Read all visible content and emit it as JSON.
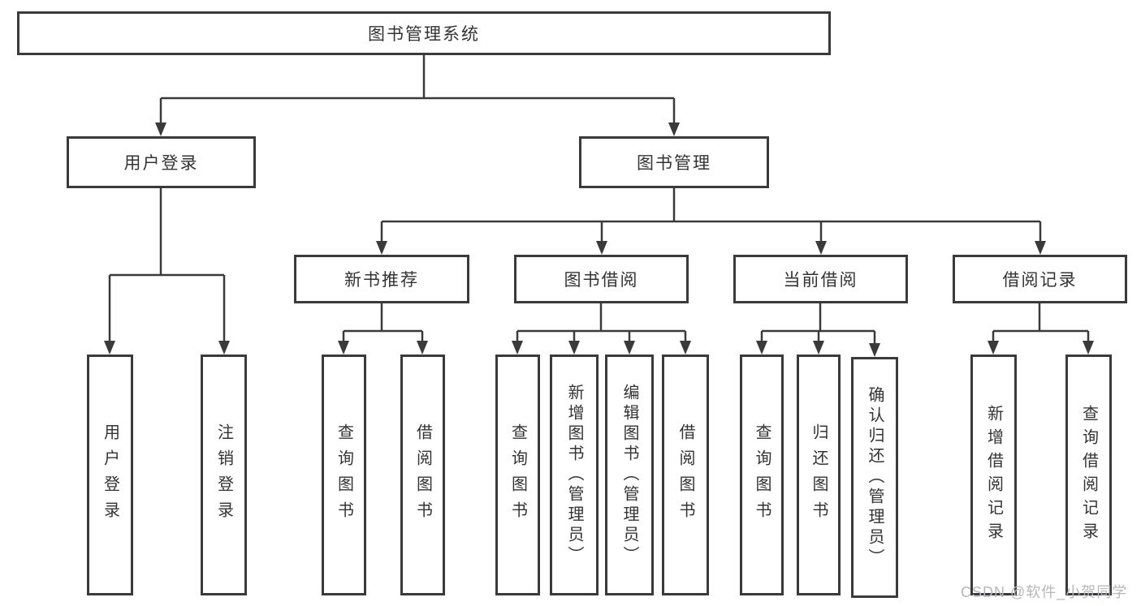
{
  "diagram": {
    "title": "图书管理系统",
    "level2": {
      "user_login": "用户登录",
      "book_management": "图书管理"
    },
    "level3": {
      "new_book_recommend": "新书推荐",
      "book_borrow": "图书借阅",
      "current_borrow": "当前借阅",
      "borrow_records": "借阅记录"
    },
    "leaves": {
      "user_login": [
        "用户登录",
        "注销登录"
      ],
      "new_book_recommend": [
        "查询图书",
        "借阅图书"
      ],
      "book_borrow": [
        "查询图书",
        "新增图书（管理员）",
        "编辑图书（管理员）",
        "借阅图书"
      ],
      "current_borrow": [
        "查询图书",
        "归还图书",
        "确认归还（管理员）"
      ],
      "borrow_records": [
        "新增借阅记录",
        "查询借阅记录"
      ]
    },
    "watermark": "CSDN @软件_小贺同学",
    "colors": {
      "line": "#3a3a3a",
      "text": "#333333",
      "watermark": "#b6b6bc",
      "background": "#ffffff"
    }
  }
}
